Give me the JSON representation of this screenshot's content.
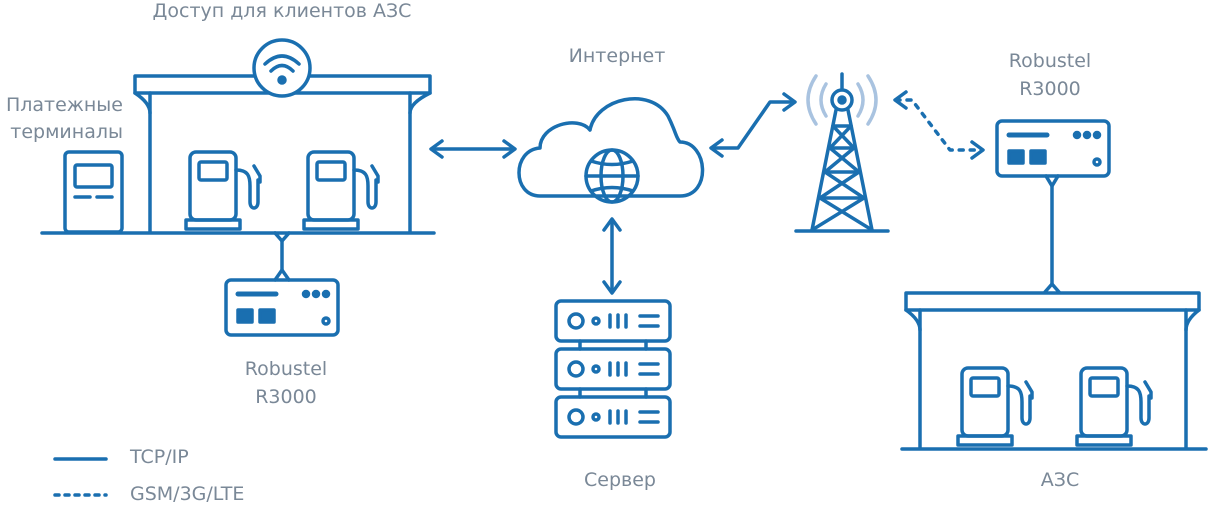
{
  "labels": {
    "wifi_access": "Доступ для клиентов АЗС",
    "payment_terminals_line1": "Платежные",
    "payment_terminals_line2": "терминалы",
    "internet": "Интернет",
    "router_left_line1": "Robustel",
    "router_left_line2": "R3000",
    "router_right_line1": "Robustel",
    "router_right_line2": "R3000",
    "server": "Сервер",
    "station_right": "АЗС"
  },
  "legend": {
    "solid_label": "TCP/IP",
    "dashed_label": "GSM/3G/LTE"
  },
  "colors": {
    "primary": "#1a6fb0",
    "accent_light": "#a9c3e0",
    "text": "#7a8897"
  }
}
